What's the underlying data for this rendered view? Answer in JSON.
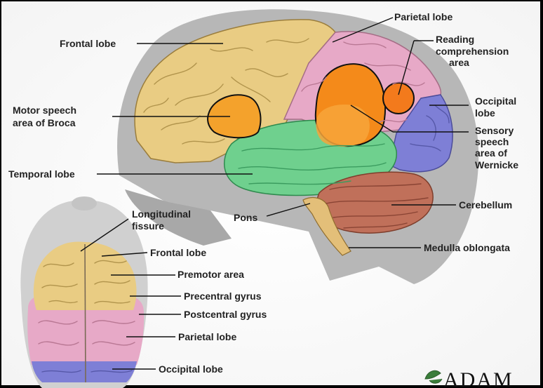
{
  "colors": {
    "frontal": "#E9CC83",
    "parietal": "#E7A9C7",
    "occipital": "#7E7FD6",
    "temporal": "#6FD08E",
    "broca": "#F4A22C",
    "wernicke": "#F48A1A",
    "reading": "#F37A1C",
    "cerebellum": "#C0705A",
    "brainstem": "#E3BF79",
    "head": "#B7B7B7"
  },
  "lateral_labels": {
    "frontal_lobe": "Frontal lobe",
    "parietal_lobe": "Parietal lobe",
    "reading_1": "Reading",
    "reading_2": "comprehension",
    "reading_3": "area",
    "broca_1": "Motor speech",
    "broca_2": "area of Broca",
    "occipital_1": "Occipital",
    "occipital_2": "lobe",
    "sensory_1": "Sensory",
    "sensory_2": "speech",
    "sensory_3": "area of",
    "sensory_4": "Wernicke",
    "temporal_lobe": "Temporal lobe",
    "pons": "Pons",
    "cerebellum": "Cerebellum",
    "medulla": "Medulla oblongata"
  },
  "top_labels": {
    "longitudinal_1": "Longitudinal",
    "longitudinal_2": "fissure",
    "frontal_lobe": "Frontal lobe",
    "premotor_area": "Premotor area",
    "precentral_gyrus": "Precentral gyrus",
    "postcentral_gyrus": "Postcentral gyrus",
    "parietal_lobe": "Parietal lobe",
    "occipital_lobe": "Occipital lobe"
  },
  "logo": {
    "text": "ADAM"
  }
}
